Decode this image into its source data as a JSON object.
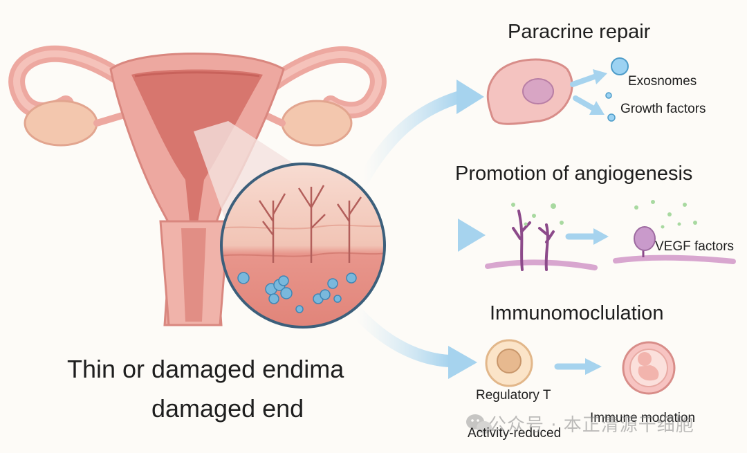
{
  "left": {
    "caption_line1": "Thin or damaged endima",
    "caption_line2": "damaged end"
  },
  "sections": {
    "paracrine": {
      "title": "Paracrine repair",
      "label1": "Exosnomes",
      "label2": "Growth factors"
    },
    "angiogenesis": {
      "title": "Promotion of angiogenesis",
      "label1": "VEGF factors"
    },
    "immuno": {
      "title": "Immunomoclulation",
      "label1": "Regulatory T",
      "label2": "Activity-reduced",
      "label3": "Immune modation"
    }
  },
  "watermark": {
    "text": "公众号 · 本正清源干细胞",
    "icon": "wechat-icon"
  },
  "colors": {
    "uterus": "#eda8a0",
    "uterus_dark": "#d9877f",
    "arrow": "#a6d3ee",
    "cell_blue": "#7ab8dc",
    "vessel": "#8c4a8a"
  }
}
